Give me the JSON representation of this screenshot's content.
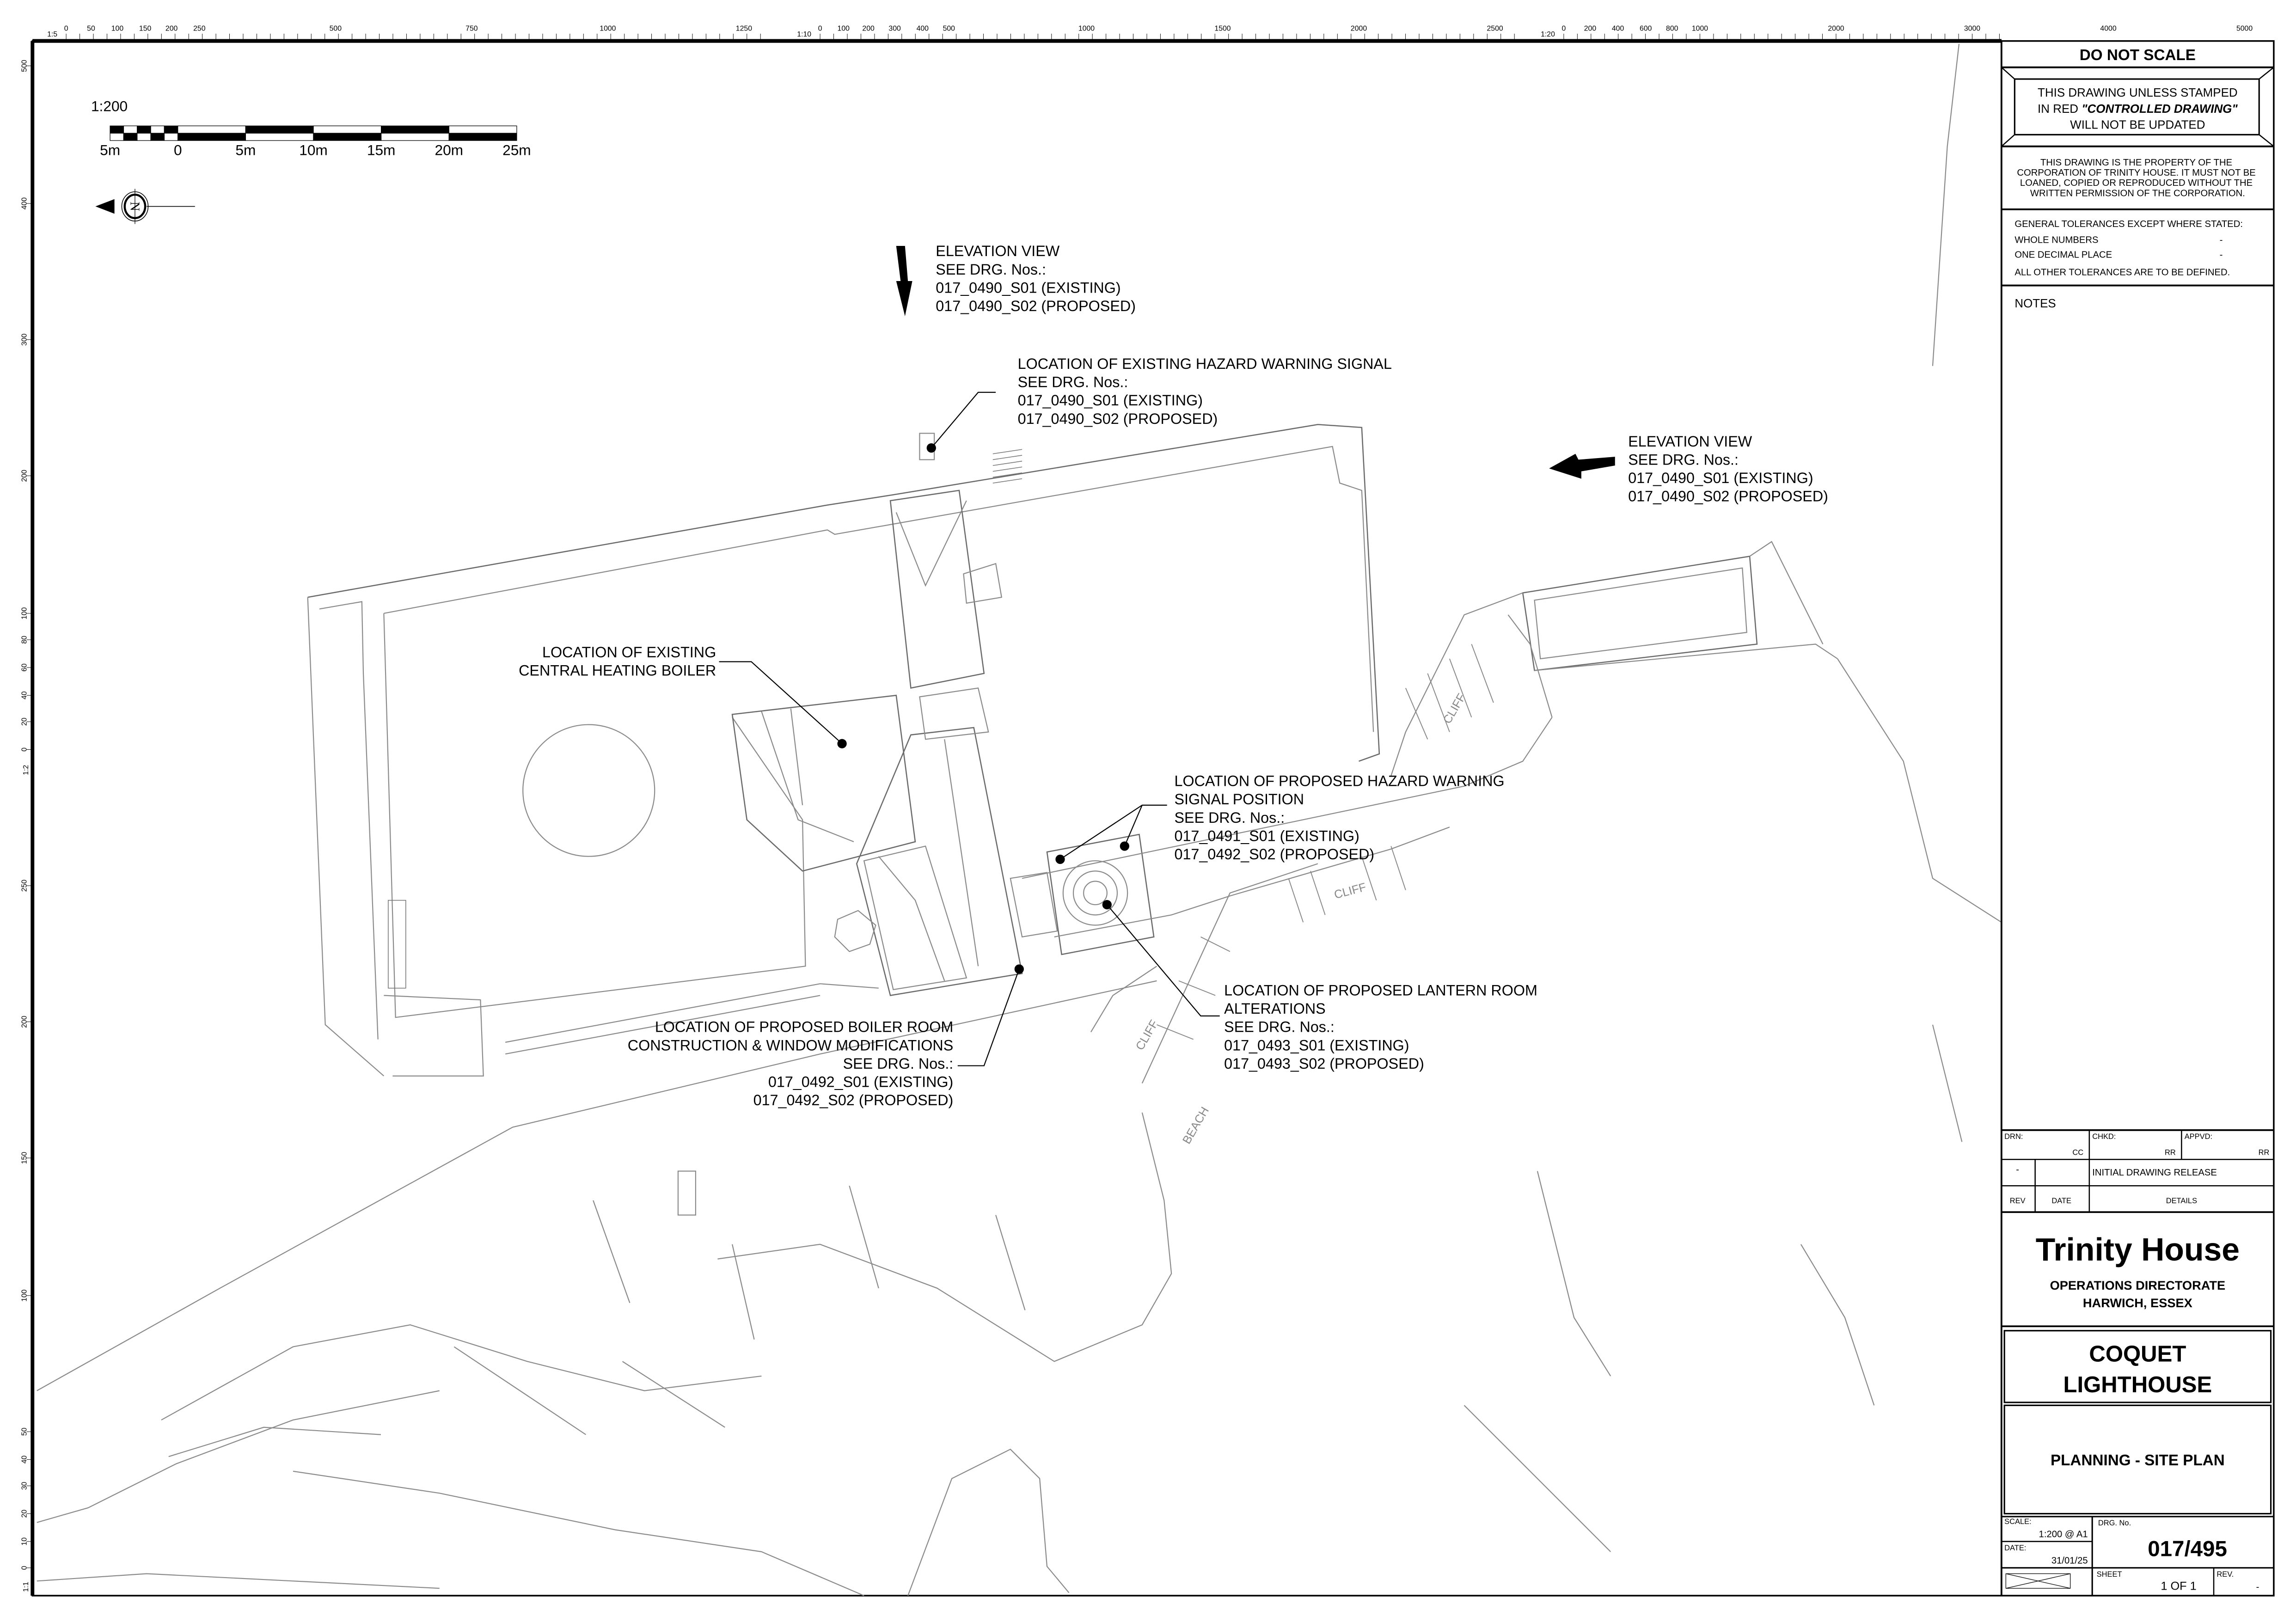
{
  "rulers": {
    "top": [
      {
        "scale": "1:5",
        "labels": [
          "0",
          "50",
          "100",
          "150",
          "200",
          "250",
          "500",
          "750",
          "1000",
          "1250"
        ]
      },
      {
        "scale": "1:10",
        "labels": [
          "0",
          "100",
          "200",
          "300",
          "400",
          "500",
          "1000",
          "1500",
          "2000",
          "2500"
        ]
      },
      {
        "scale": "1:20",
        "labels": [
          "0",
          "200",
          "400",
          "600",
          "800",
          "1000",
          "2000",
          "3000",
          "4000",
          "5000"
        ]
      }
    ],
    "left": [
      {
        "scale": "1:2",
        "labels": [
          "500",
          "400",
          "300",
          "200",
          "100",
          "80",
          "60",
          "40",
          "20",
          "0"
        ]
      },
      {
        "scale": "1:1",
        "labels": [
          "250",
          "200",
          "150",
          "100",
          "50",
          "40",
          "30",
          "20",
          "10",
          "0"
        ]
      }
    ]
  },
  "scale_bar": {
    "title": "1:200",
    "labels": [
      "5m",
      "0",
      "5m",
      "10m",
      "15m",
      "20m",
      "25m"
    ]
  },
  "north_arrow": {
    "letter": "N",
    "icon": "north-arrow-icon",
    "direction": "left"
  },
  "annotations": {
    "elevation_north": [
      "ELEVATION VIEW",
      "SEE DRG. Nos.:",
      "017_0490_S01 (EXISTING)",
      "017_0490_S02 (PROPOSED)"
    ],
    "existing_hazard": [
      "LOCATION OF EXISTING HAZARD WARNING SIGNAL",
      "SEE DRG. Nos.:",
      "017_0490_S01 (EXISTING)",
      "017_0490_S02 (PROPOSED)"
    ],
    "elevation_east": [
      "ELEVATION VIEW",
      "SEE DRG. Nos.:",
      "017_0490_S01 (EXISTING)",
      "017_0490_S02 (PROPOSED)"
    ],
    "boiler": [
      "LOCATION OF EXISTING",
      "CENTRAL HEATING BOILER"
    ],
    "proposed_hazard": [
      "LOCATION OF PROPOSED HAZARD WARNING",
      "SIGNAL POSITION",
      "SEE DRG. Nos.:",
      "017_0491_S01 (EXISTING)",
      "017_0492_S02 (PROPOSED)"
    ],
    "lantern": [
      "LOCATION OF PROPOSED LANTERN ROOM",
      "ALTERATIONS",
      "SEE DRG. Nos.:",
      "017_0493_S01 (EXISTING)",
      "017_0493_S02 (PROPOSED)"
    ],
    "boiler_room": [
      "LOCATION OF PROPOSED BOILER ROOM",
      "CONSTRUCTION & WINDOW MODIFICATIONS",
      "SEE DRG. Nos.:",
      "017_0492_S01 (EXISTING)",
      "017_0492_S02 (PROPOSED)"
    ],
    "terrain_labels": [
      "CLIFF",
      "CLIFF",
      "CLIFF",
      "BEACH"
    ]
  },
  "title_block": {
    "do_not_scale": "DO NOT SCALE",
    "stamp_notice": {
      "line1": "THIS DRAWING UNLESS STAMPED",
      "line2_prefix": "IN RED ",
      "line2_emph": "\"CONTROLLED DRAWING\"",
      "line3": "WILL NOT BE UPDATED"
    },
    "property_notice": [
      "THIS DRAWING IS THE PROPERTY OF THE",
      "CORPORATION OF TRINITY HOUSE.  IT MUST NOT BE",
      "LOANED, COPIED OR REPRODUCED WITHOUT THE",
      "WRITTEN PERMISSION OF THE CORPORATION."
    ],
    "tolerances": {
      "heading": "GENERAL TOLERANCES EXCEPT WHERE STATED:",
      "whole_numbers": "WHOLE NUMBERS",
      "whole_numbers_value": "-",
      "one_decimal": "ONE DECIMAL PLACE",
      "one_decimal_value": "-",
      "other": "ALL OTHER TOLERANCES ARE TO BE DEFINED."
    },
    "notes_label": "NOTES",
    "drn_label": "DRN:",
    "drn": "CC",
    "chkd_label": "CHKD:",
    "chkd": "RR",
    "appvd_label": "APPVD:",
    "appvd": "RR",
    "revisions": [
      {
        "rev": "-",
        "date": "",
        "details": "INITIAL DRAWING RELEASE"
      }
    ],
    "rev_header": "REV",
    "date_header": "DATE",
    "details_header": "DETAILS",
    "company": "Trinity House",
    "directorate": "OPERATIONS DIRECTORATE",
    "location": "HARWICH,  ESSEX",
    "project_line1": "COQUET",
    "project_line2": "LIGHTHOUSE",
    "drawing_title": "PLANNING - SITE PLAN",
    "scale_label": "SCALE:",
    "scale": "1:200 @ A1",
    "date_label": "DATE:",
    "date": "31/01/25",
    "drg_label": "DRG. No.",
    "drg_no": "017/495",
    "sheet_label": "SHEET",
    "sheet": "1 OF 1",
    "rev_label": "REV.",
    "rev": "-"
  }
}
